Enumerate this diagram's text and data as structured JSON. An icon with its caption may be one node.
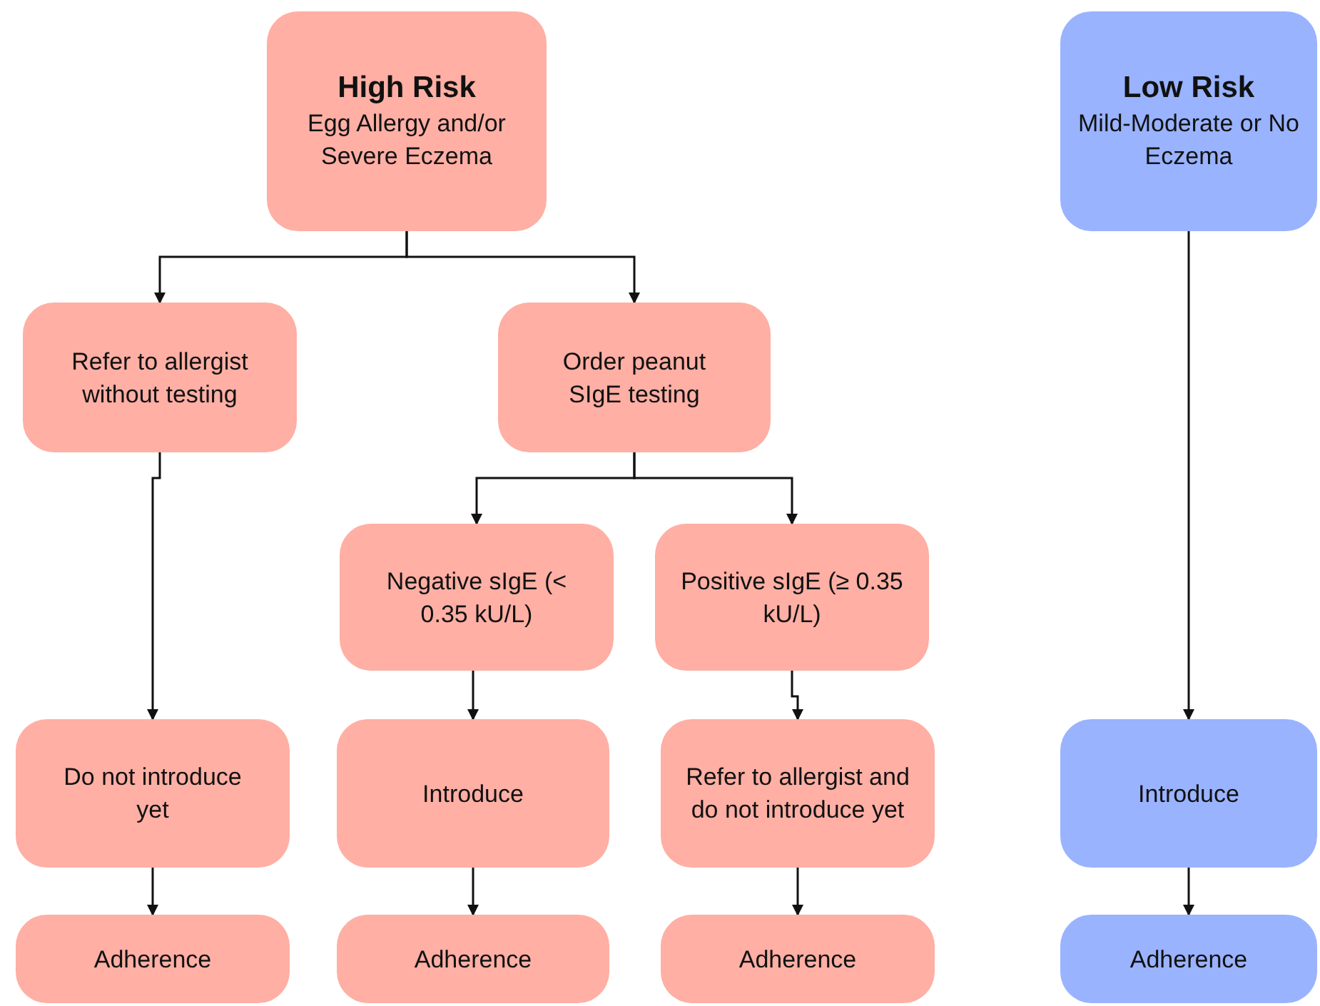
{
  "diagram": {
    "nodes": [
      {
        "text": [
          "High Risk",
          "Egg Allergy and/or Severe Eczema"
        ]
      },
      {
        "text": [
          "Low Risk",
          "Mild-Moderate or No Eczema"
        ]
      },
      {
        "text": [
          "Refer to allergist without testing"
        ]
      },
      {
        "text": [
          "Order peanut SIgE testing"
        ]
      },
      {
        "text": [
          "Negative sIgE (< 0.35 kU/L)"
        ]
      },
      {
        "text": [
          "Positive sIgE (≥ 0.35 kU/L)"
        ]
      },
      {
        "text": [
          "Do not introduce yet"
        ]
      },
      {
        "text": [
          "Introduce"
        ]
      },
      {
        "text": [
          "Refer to allergist and do not introduce yet"
        ]
      },
      {
        "text": [
          "Introduce"
        ]
      },
      {
        "text": [
          "Adherence"
        ]
      },
      {
        "text": [
          "Adherence"
        ]
      },
      {
        "text": [
          "Adherence"
        ]
      },
      {
        "text": [
          "Adherence"
        ]
      }
    ],
    "edges": [
      {
        "from": 0,
        "to": 2,
        "arrow": "to"
      },
      {
        "from": 0,
        "to": 3,
        "arrow": "to"
      },
      {
        "from": 3,
        "to": 4,
        "arrow": "to"
      },
      {
        "from": 3,
        "to": 5,
        "arrow": "to"
      },
      {
        "from": 2,
        "to": 6,
        "arrow": "to"
      },
      {
        "from": 4,
        "to": 7,
        "arrow": "to"
      },
      {
        "from": 5,
        "to": 8,
        "arrow": "to"
      },
      {
        "from": 1,
        "to": 9,
        "arrow": "to"
      },
      {
        "from": 6,
        "to": 10,
        "arrow": "to"
      },
      {
        "from": 7,
        "to": 11,
        "arrow": "to"
      },
      {
        "from": 8,
        "to": 12,
        "arrow": "to"
      },
      {
        "from": 9,
        "to": 13,
        "arrow": "to"
      }
    ]
  }
}
